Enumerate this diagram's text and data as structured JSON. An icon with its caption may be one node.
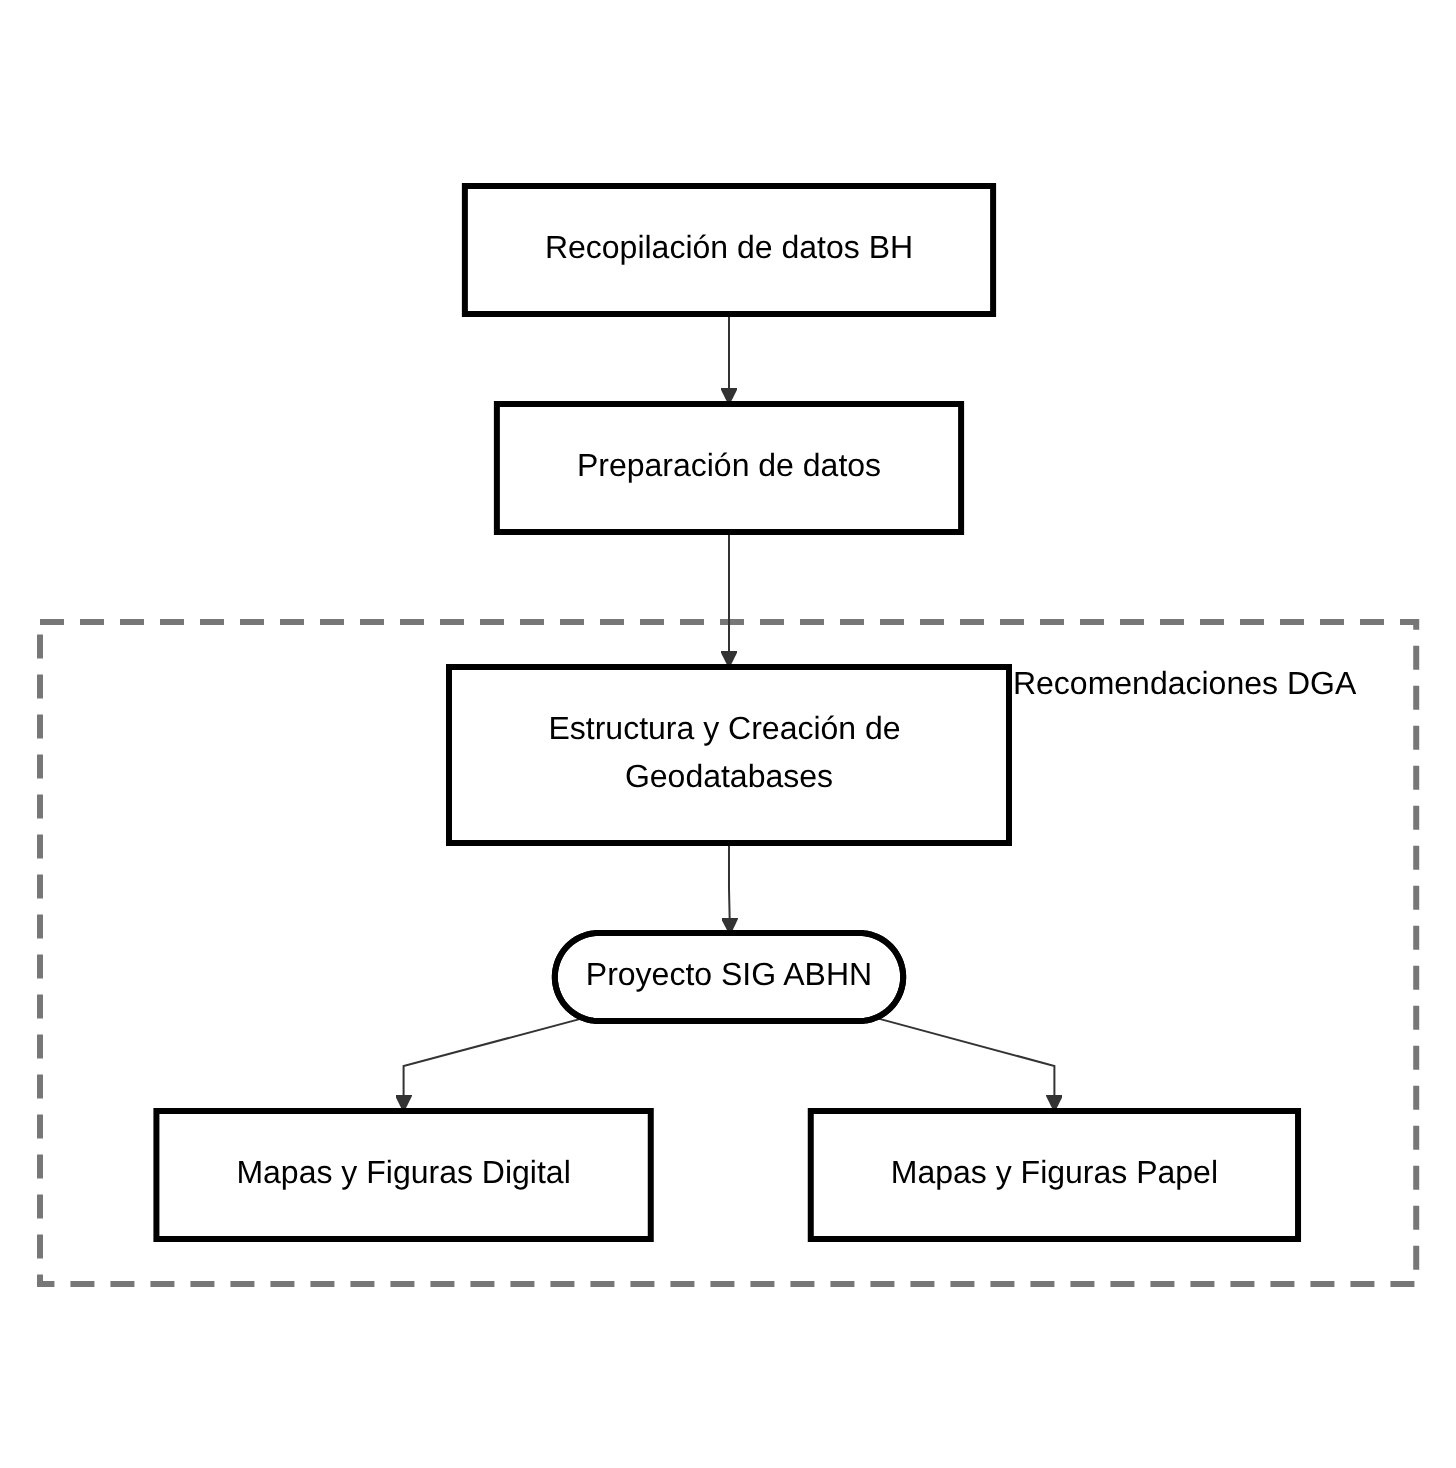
{
  "diagram": {
    "nodes": [
      {
        "text": [
          "Recopilación de datos BH"
        ]
      },
      {
        "text": [
          "Preparación de datos"
        ]
      },
      {
        "text": [
          "Recomendaciones DGA"
        ]
      },
      {
        "text": [
          "Estructura y Creación de Geodatabases"
        ],
        "in": 2
      },
      {
        "text": [
          "Proyecto SIG ABHN"
        ],
        "in": 2
      },
      {
        "text": [
          "Mapas y Figuras Digital"
        ],
        "in": 2
      },
      {
        "text": [
          "Mapas y Figuras Papel"
        ],
        "in": 2
      }
    ],
    "edges": [
      {
        "from": 0,
        "to": 1,
        "arrow": "to"
      },
      {
        "from": 1,
        "to": 3,
        "arrow": "to"
      },
      {
        "from": 3,
        "to": 4,
        "arrow": "to"
      },
      {
        "from": 4,
        "to": 5,
        "arrow": "to"
      },
      {
        "from": 4,
        "to": 6,
        "arrow": "to"
      }
    ]
  }
}
